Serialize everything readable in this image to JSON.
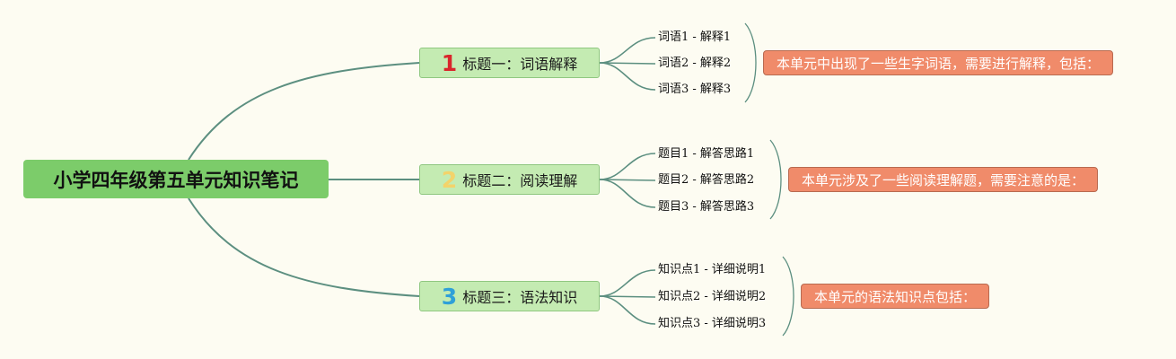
{
  "root": {
    "label": "小学四年级第五单元知识笔记"
  },
  "branches": [
    {
      "number": "1",
      "number_color": "#d9262c",
      "label": "标题一：词语解释",
      "items": [
        "词语1 - 解释1",
        "词语2 - 解释2",
        "词语3 - 解释3"
      ],
      "note": "本单元中出现了一些生字词语，需要进行解释，包括："
    },
    {
      "number": "2",
      "number_color": "#f3d36a",
      "label": "标题二：阅读理解",
      "items": [
        "题目1 - 解答思路1",
        "题目2 - 解答思路2",
        "题目3 - 解答思路3"
      ],
      "note": "本单元涉及了一些阅读理解题，需要注意的是："
    },
    {
      "number": "3",
      "number_color": "#2fa0d8",
      "label": "标题三：语法知识",
      "items": [
        "知识点1 - 详细说明1",
        "知识点2 - 详细说明2",
        "知识点3 - 详细说明3"
      ],
      "note": "本单元的语法知识点包括："
    }
  ],
  "colors": {
    "background": "#fdfcf2",
    "root_fill": "#7ccc6a",
    "branch_fill": "#c4ebb2",
    "note_fill": "#f08b6a",
    "connector": "#5c8f80"
  }
}
